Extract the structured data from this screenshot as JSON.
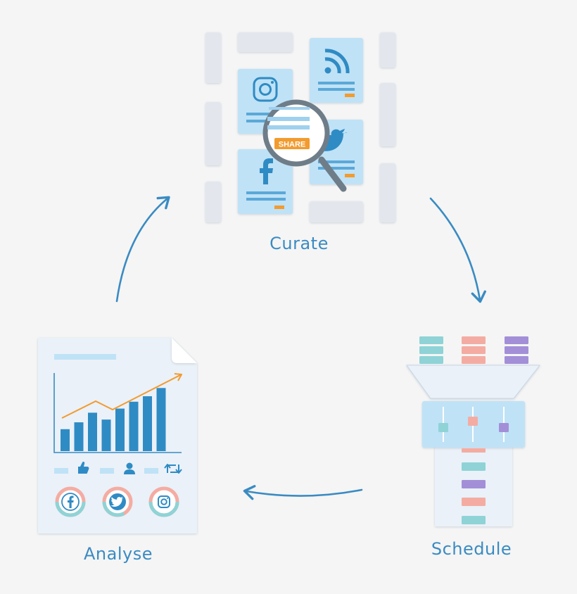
{
  "stages": {
    "curate": {
      "label": "Curate",
      "badge": "SHARE"
    },
    "schedule": {
      "label": "Schedule"
    },
    "analyse": {
      "label": "Analyse"
    }
  },
  "icons": {
    "curate": [
      "instagram-icon",
      "rss-icon",
      "twitter-icon",
      "facebook-icon",
      "magnifier-icon"
    ],
    "analyse": [
      "like-icon",
      "user-icon",
      "retweet-icon",
      "facebook-icon",
      "twitter-icon",
      "instagram-icon"
    ]
  },
  "colors": {
    "accent": "#3a8bc2",
    "card": "#bfe2f6",
    "orange": "#f29b2f",
    "teal": "#8fd3d6",
    "salmon": "#f4aca2",
    "purple": "#a38fd8",
    "bar": "#2f8bc4"
  },
  "report_bars": [
    16,
    21,
    28,
    23,
    31,
    36,
    40,
    46
  ]
}
